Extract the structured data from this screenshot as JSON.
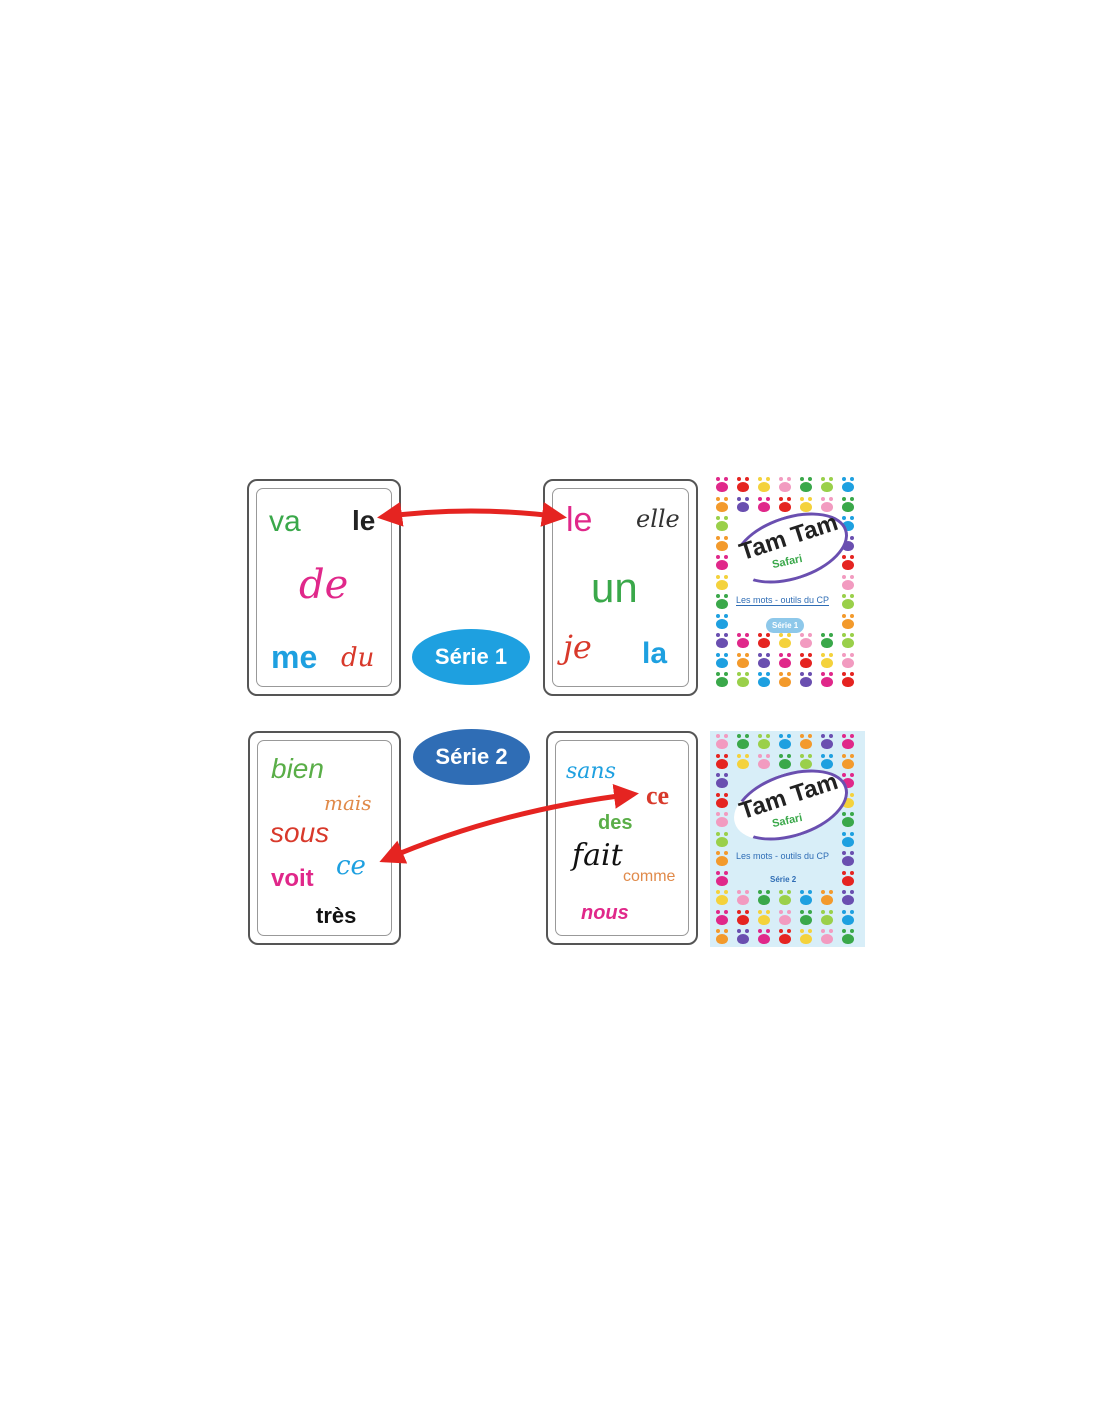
{
  "serie1": {
    "badge": "Série 1",
    "card_left": {
      "words": [
        "va",
        "le",
        "de",
        "me",
        "du"
      ]
    },
    "card_right": {
      "words": [
        "le",
        "elle",
        "un",
        "je",
        "la"
      ]
    },
    "cover": {
      "title": "Tam Tam",
      "subtitle": "Safari",
      "caption": "Les mots - outils du CP",
      "series": "Série 1"
    }
  },
  "serie2": {
    "badge": "Série 2",
    "card_left": {
      "words": [
        "bien",
        "mais",
        "sous",
        "voit",
        "ce",
        "très"
      ]
    },
    "card_right": {
      "words": [
        "sans",
        "ce",
        "des",
        "fait",
        "comme",
        "nous"
      ]
    },
    "cover": {
      "title": "Tam Tam",
      "subtitle": "Safari",
      "caption": "Les mots - outils du CP",
      "series": "Série 2"
    }
  },
  "colors": {
    "arrow": "#e52421",
    "badge1": "#1ea0e0",
    "badge2": "#2f6db5"
  }
}
